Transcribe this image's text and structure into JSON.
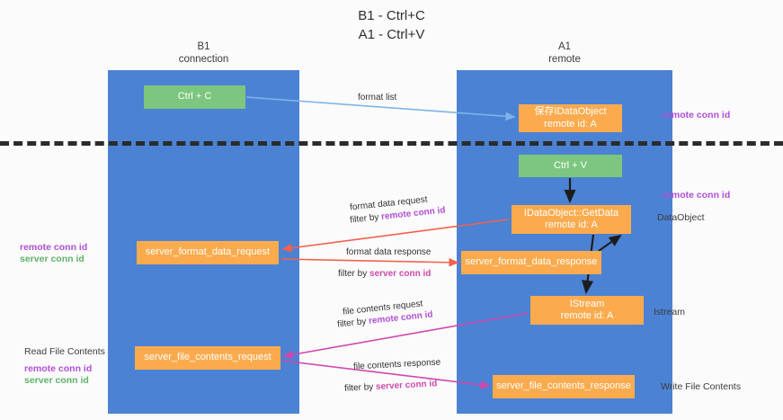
{
  "title": {
    "line1": "B1 - Ctrl+C",
    "line2": "A1 - Ctrl+V"
  },
  "lanes": [
    {
      "name": "B1",
      "role": "connection",
      "color": "#4c82d3"
    },
    {
      "name": "A1",
      "role": "remote",
      "color": "#4c82d3"
    }
  ],
  "boxes": {
    "ctrl_c": {
      "line1": "Ctrl + C",
      "line2": "",
      "color": "#7dc67f"
    },
    "idataobject": {
      "line1": "保存IDataObject",
      "line2": "remote id: A",
      "color": "#fbab4e"
    },
    "ctrl_v": {
      "line1": "Ctrl + V",
      "line2": "",
      "color": "#7dc67f"
    },
    "getdata": {
      "line1": "IDataObject::GetData",
      "line2": "remote id: A",
      "color": "#fbab4e"
    },
    "server_format_data_request": {
      "line1": "server_format_data_request",
      "line2": "",
      "color": "#fbab4e"
    },
    "server_format_data_response": {
      "line1": "server_format_data_response",
      "line2": "",
      "color": "#fbab4e"
    },
    "istream": {
      "line1": "IStream",
      "line2": "remote id: A",
      "color": "#fbab4e"
    },
    "server_file_contents_request": {
      "line1": "server_file_contents_request",
      "line2": "",
      "color": "#fbab4e"
    },
    "server_file_contents_response": {
      "line1": "server_file_contents_response",
      "line2": "",
      "color": "#fbab4e"
    }
  },
  "annotations": {
    "remote_conn_id": "remote conn id",
    "server_conn_id": "server conn id",
    "dataobject": "DataObject",
    "istream": "Istream",
    "read_file_contents": "Read File Contents",
    "write_file_contents": "Write File Contents"
  },
  "captions": {
    "format_list": "format list",
    "format_data_request": "format data request",
    "filter_by": "filter by ",
    "remote_conn_id": "remote conn id",
    "server_conn_id": "server conn id",
    "format_data_response": "format data response",
    "file_contents_request": "file contents request",
    "file_contents_response": "file contents response"
  },
  "colors": {
    "lane": "#4c82d3",
    "green_box": "#7dc67f",
    "orange_box": "#fbab4e",
    "purple": "#b14fd8",
    "pink": "#cf48b0",
    "green_text": "#5fb36a",
    "red_arrow": "#f4604c",
    "blue_arrow": "#7fb4e8",
    "dark": "#2b2b2b"
  }
}
